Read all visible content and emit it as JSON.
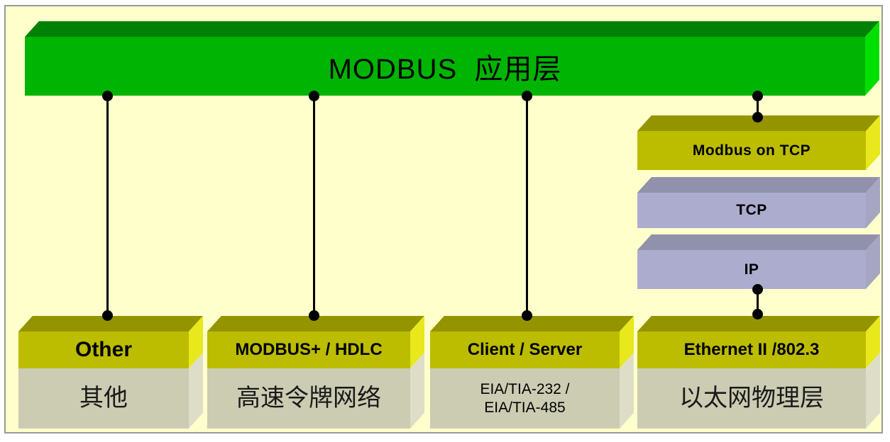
{
  "diagram": {
    "title": "MODBUS  应用层",
    "columns": [
      {
        "name": "other",
        "label": "Other",
        "sublabel": "其他"
      },
      {
        "name": "modbus-plus-hdlc",
        "label": "MODBUS+ / HDLC",
        "sublabel": "高速令牌网络"
      },
      {
        "name": "client-server",
        "label": "Client / Server",
        "sublabel": "EIA/TIA-232 /\nEIA/TIA-485"
      },
      {
        "name": "ethernet",
        "label": "Ethernet II /802.3",
        "sublabel": "以太网物理层"
      }
    ],
    "tcp_stack": [
      {
        "name": "modbus-on-tcp",
        "label": "Modbus on TCP"
      },
      {
        "name": "tcp",
        "label": "TCP"
      },
      {
        "name": "ip",
        "label": "IP"
      }
    ],
    "colors": {
      "background": "#FFFFCC",
      "frame_border": "#9A9A9A",
      "green_front": "#00B404",
      "green_top": "#008004",
      "green_side": "#00DF00",
      "olive_front": "#BCBC00",
      "olive_top": "#949400",
      "olive_side": "#E8E81C",
      "lavender_front": "#ACACCE",
      "lavender_top": "#9191AB",
      "lavender_side": "#A6A6C2",
      "tan_front": "#CCCCB3",
      "tan_side": "#DEDEC8",
      "connector": "#000000",
      "text": "#000000"
    }
  }
}
